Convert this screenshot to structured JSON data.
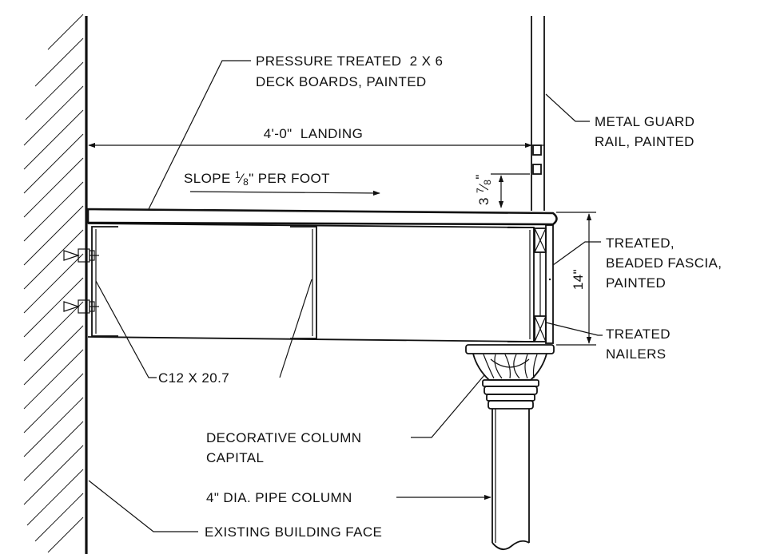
{
  "labels": {
    "deck_boards_line1": "PRESSURE TREATED  2 X 6",
    "deck_boards_line2": "DECK BOARDS, PAINTED",
    "guard_rail_line1": "METAL GUARD",
    "guard_rail_line2": "RAIL, PAINTED",
    "landing_dimension": "4'-0\"  LANDING",
    "slope_prefix": "SLOPE",
    "slope_frac_num": "1",
    "slope_frac_den": "8",
    "slope_suffix": "\" PER FOOT",
    "rail_height_whole": "3",
    "rail_height_num": "7",
    "rail_height_den": "8",
    "rail_height_inch": "\"",
    "fascia_line1": "TREATED,",
    "fascia_line2": "BEADED FASCIA,",
    "fascia_line3": "PAINTED",
    "fascia_height": "14\"",
    "nailers_line1": "TREATED",
    "nailers_line2": "NAILERS",
    "channel": "C12 X 20.7",
    "capital_line1": "DECORATIVE COLUMN",
    "capital_line2": "CAPITAL",
    "pipe_column": "4\" DIA. PIPE COLUMN",
    "building_face": "EXISTING BUILDING FACE"
  }
}
